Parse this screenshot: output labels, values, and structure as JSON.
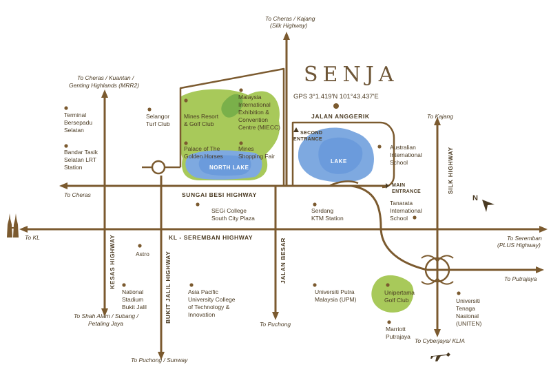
{
  "brand": {
    "name": "SENJA",
    "gps": "GPS 3°1.419'N  101°43.437'E"
  },
  "colors": {
    "road": "#7b5a2f",
    "text": "#4a3a22",
    "water": "#7ea9e0",
    "park": "#a8c95a",
    "park_dark": "#7ab04a",
    "brand": "#6e5637"
  },
  "highways": {
    "sungai_besi": "SUNGAI BESI HIGHWAY",
    "kl_seremban": "KL - SEREMBAN HIGHWAY",
    "kesas": "KESAS HIGHWAY",
    "bukit_jalil": "BUKIT JALIL HIGHWAY",
    "jalan_besar": "JALAN BESAR",
    "silk": "SILK HIGHWAY",
    "jalan_anggerik": "JALAN ANGGERIK"
  },
  "destinations": {
    "cheras_kajang_1": "To Cheras / Kajang",
    "cheras_kajang_2": "(Silk Highway)",
    "cheras_kuantan_1": "To Cheras / Kuantan /",
    "cheras_kuantan_2": "Genting Highlands (MRR2)",
    "cheras": "To Cheras",
    "kl": "To KL",
    "kajang": "To Kajang",
    "seremban_1": "To Seremban",
    "seremban_2": "(PLUS Highway)",
    "putrajaya": "To Putrajaya",
    "shah_alam_1": "To Shah Alam / Subang /",
    "shah_alam_2": "Petaling Jaya",
    "puchong": "To Puchong",
    "puchong_sunway": "To Puchong / Sunway",
    "cyberjaya": "To Cyberjaya/ KLIA"
  },
  "places": {
    "terminal": [
      "Terminal",
      "Bersepadu",
      "Selatan"
    ],
    "bandar_tasik": [
      "Bandar Tasik",
      "Selatan LRT",
      "Station"
    ],
    "selangor_turf": [
      "Selangor",
      "Turf Club"
    ],
    "mines_resort": [
      "Mines Resort",
      "& Golf Club"
    ],
    "miecc": [
      "Malaysia",
      "International",
      "Exhibition &",
      "Convention",
      "Centre (MIECC)"
    ],
    "palace": [
      "Palace of The",
      "Golden Horses"
    ],
    "mines_shopping": [
      "Mines",
      "Shopping Fair"
    ],
    "australian_school": [
      "Australian",
      "International",
      "School"
    ],
    "tanarata": [
      "Tanarata",
      "International",
      "School"
    ],
    "segi": [
      "SEGi College",
      "South City Plaza"
    ],
    "serdang": [
      "Serdang",
      "KTM Station"
    ],
    "astro": [
      "Astro"
    ],
    "national_stadium": [
      "National",
      "Stadium",
      "Bukit Jalil"
    ],
    "apu": [
      "Asia Pacific",
      "University College",
      "of Technology &",
      "Innovation"
    ],
    "upm": [
      "Universiti Putra",
      "Malaysia (UPM)"
    ],
    "unipertama": [
      "Unipertama",
      "Golf Club"
    ],
    "marriott": [
      "Marriott",
      "Putrajaya"
    ],
    "uniten": [
      "Universiti",
      "Tenaga",
      "Nasional",
      "(UNITEN)"
    ]
  },
  "lakes": {
    "north": "NORTH LAKE",
    "lake": "LAKE"
  },
  "entrances": {
    "second": [
      "SECOND",
      "ENTRANCE"
    ],
    "main": [
      "MAIN",
      "ENTRANCE"
    ]
  },
  "compass": "N"
}
